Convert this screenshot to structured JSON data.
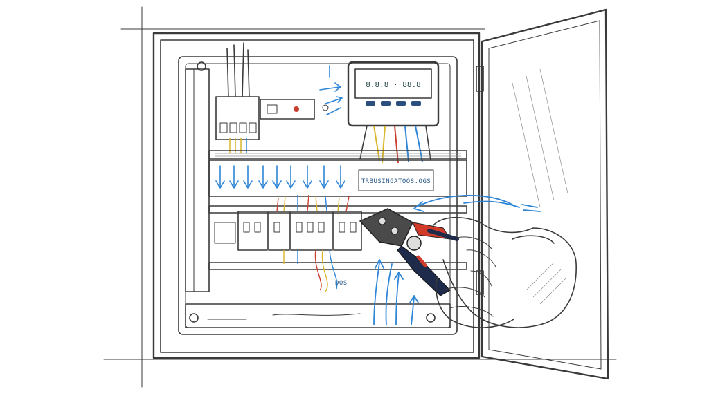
{
  "image": {
    "subject": "pencil sketch of an electrical distribution panel with an open door, a hand holding a wire crimping tool",
    "style": "pencil sketch with blue arrow accents",
    "colors": {
      "ink": "#3a3a3a",
      "accent_blue": "#2f86d6",
      "tool_handle_red": "#d23a2a",
      "tool_handle_navy": "#1f2b4a",
      "wire_yellow": "#d9b62a",
      "wire_red": "#c9402e",
      "screen_green": "#cfe6df"
    }
  },
  "panel": {
    "label_text": "TRBUSINGATOOS.OGS",
    "lower_label_text": "DOS",
    "meter_screen_text": "8.8.8 · 88.8"
  }
}
